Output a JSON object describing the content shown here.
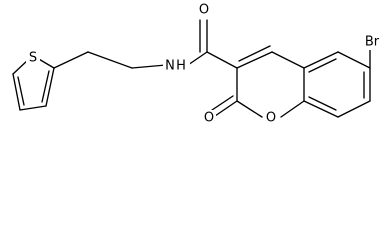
{
  "molecule": {
    "atom_labels": {
      "carbonyl_oxygen_amide": "O",
      "amide_nitrogen": "N",
      "amide_hydrogen": "H",
      "thiophene_sulfur": "S",
      "bromine": "Br",
      "lactone_carbonyl_oxygen": "O",
      "ring_oxygen": "O"
    }
  }
}
